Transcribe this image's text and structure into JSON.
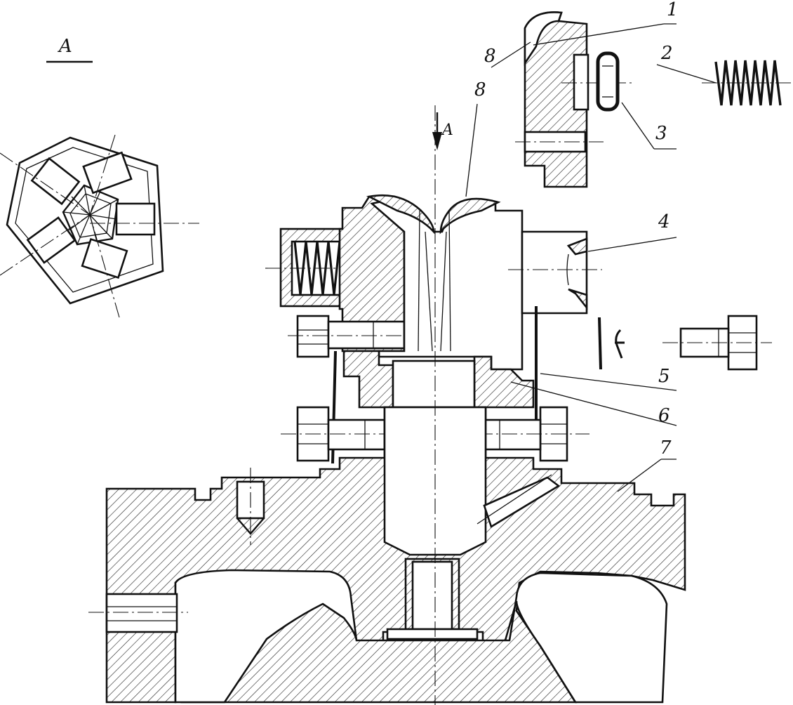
{
  "view_label": "A",
  "view_arrow_label": "A",
  "part_labels": [
    {
      "id": "1",
      "text": "1"
    },
    {
      "id": "2",
      "text": "2"
    },
    {
      "id": "3",
      "text": "3"
    },
    {
      "id": "4",
      "text": "4"
    },
    {
      "id": "5",
      "text": "5"
    },
    {
      "id": "6",
      "text": "6"
    },
    {
      "id": "7",
      "text": "7"
    },
    {
      "id": "8a",
      "text": "8"
    },
    {
      "id": "8b",
      "text": "8"
    }
  ],
  "colors": {
    "ink": "#111111",
    "paper": "#ffffff"
  }
}
